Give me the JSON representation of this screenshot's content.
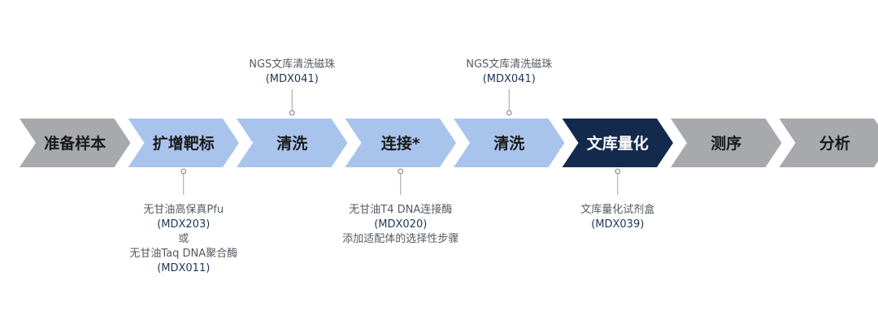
{
  "steps": [
    {
      "label": "准备样本",
      "fill": "#a7a9ac",
      "text_color": "#1a1a1a"
    },
    {
      "label": "扩增靶标",
      "fill": "#a9c4ec",
      "text_color": "#1a1a1a"
    },
    {
      "label": "清洗",
      "fill": "#a9c4ec",
      "text_color": "#1a1a1a"
    },
    {
      "label": "连接*",
      "fill": "#a9c4ec",
      "text_color": "#1a1a1a"
    },
    {
      "label": "清洗",
      "fill": "#a9c4ec",
      "text_color": "#1a1a1a"
    },
    {
      "label": "文库量化",
      "fill": "#132a4c",
      "text_color": "#ffffff"
    },
    {
      "label": "测序",
      "fill": "#a7a9ac",
      "text_color": "#1a1a1a"
    },
    {
      "label": "分析",
      "fill": "#a7a9ac",
      "text_color": "#1a1a1a"
    }
  ],
  "notes": [
    {
      "step_index": 1,
      "position": "below",
      "lines": [
        {
          "text": "无甘油高保真Pfu",
          "kind": "text"
        },
        {
          "text": "(MDX203)",
          "kind": "code"
        },
        {
          "text": "或",
          "kind": "text"
        },
        {
          "text": "无甘油Taq DNA聚合酶",
          "kind": "text"
        },
        {
          "text": "(MDX011)",
          "kind": "code"
        }
      ]
    },
    {
      "step_index": 2,
      "position": "above",
      "lines": [
        {
          "text": "NGS文库清洗磁珠",
          "kind": "text"
        },
        {
          "text": "(MDX041)",
          "kind": "code"
        }
      ]
    },
    {
      "step_index": 3,
      "position": "below",
      "lines": [
        {
          "text": "无甘油T4 DNA连接酶",
          "kind": "text"
        },
        {
          "text": "(MDX020)",
          "kind": "code"
        },
        {
          "text": "添加适配体的选择性步骤",
          "kind": "text"
        }
      ]
    },
    {
      "step_index": 4,
      "position": "above",
      "lines": [
        {
          "text": "NGS文库清洗磁珠",
          "kind": "text"
        },
        {
          "text": "(MDX041)",
          "kind": "code"
        }
      ]
    },
    {
      "step_index": 5,
      "position": "below",
      "lines": [
        {
          "text": "文库量化试剂盒",
          "kind": "text"
        },
        {
          "text": "(MDX039)",
          "kind": "code"
        }
      ]
    }
  ]
}
